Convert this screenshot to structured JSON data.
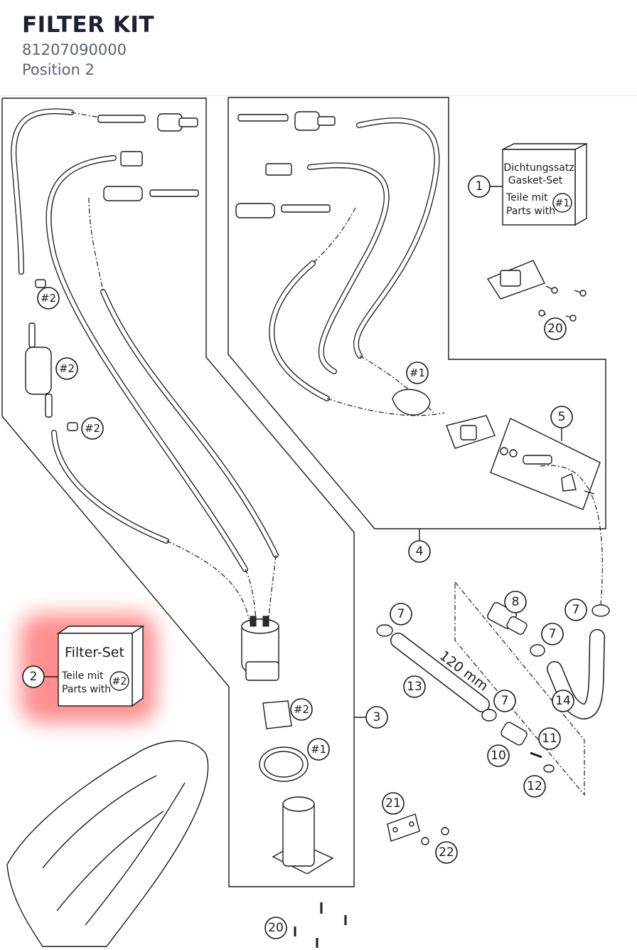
{
  "header": {
    "title": "FILTER KIT",
    "part_number": "81207090000",
    "position": "Position 2"
  },
  "gasket_box": {
    "line1": "Dichtungssatz",
    "line2": "Gasket-Set",
    "line3": "Teile mit",
    "line4": "Parts with",
    "ref": "#1"
  },
  "filter_box": {
    "line1": "Filter-Set",
    "line2": "Teile mit",
    "line3": "Parts with",
    "ref": "#2"
  },
  "measure": "120 mm",
  "callouts": {
    "c1": "1",
    "c2": "2",
    "c3": "3",
    "c4": "4",
    "c5": "5",
    "c7a": "7",
    "c7b": "7",
    "c7c": "7",
    "c7d": "7",
    "c8": "8",
    "c10": "10",
    "c11": "11",
    "c12": "12",
    "c13": "13",
    "c14": "14",
    "c20a": "20",
    "c20b": "20",
    "c21": "21",
    "c22": "22",
    "r2a": "#2",
    "r2b": "#2",
    "r2c": "#2",
    "r2d": "#2",
    "r1a": "#1",
    "r1b": "#1"
  },
  "colors": {
    "highlight": "#ff6a6a",
    "title": "#1a2130",
    "subtitle": "#5a6170",
    "line": "#1a1a1a"
  }
}
